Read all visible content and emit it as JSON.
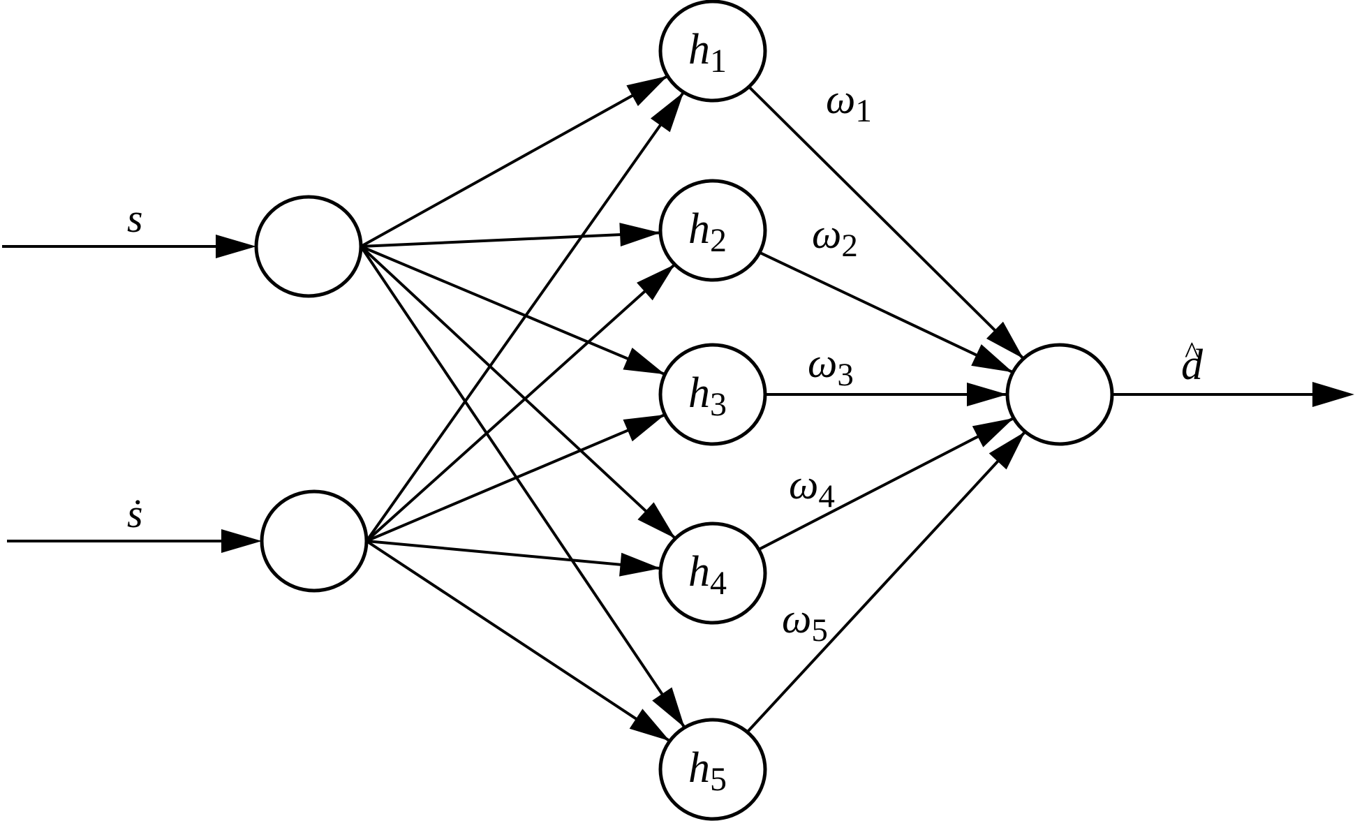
{
  "title": "RBF neural network structure",
  "colors": {
    "stroke": "#000000",
    "background": "#ffffff"
  },
  "inputs": [
    {
      "id": "in1",
      "label": "s"
    },
    {
      "id": "in2",
      "label": "ṡ"
    }
  ],
  "hidden": [
    {
      "id": "h1",
      "symbol": "h",
      "sub": "1"
    },
    {
      "id": "h2",
      "symbol": "h",
      "sub": "2"
    },
    {
      "id": "h3",
      "symbol": "h",
      "sub": "3"
    },
    {
      "id": "h4",
      "symbol": "h",
      "sub": "4"
    },
    {
      "id": "h5",
      "symbol": "h",
      "sub": "5"
    }
  ],
  "weights": [
    {
      "symbol": "ω",
      "sub": "1"
    },
    {
      "symbol": "ω",
      "sub": "2"
    },
    {
      "symbol": "ω",
      "sub": "3"
    },
    {
      "symbol": "ω",
      "sub": "4"
    },
    {
      "symbol": "ω",
      "sub": "5"
    }
  ],
  "output": {
    "id": "out",
    "label": "d",
    "accent": "^"
  },
  "connections": {
    "input_to_hidden": "fully-connected",
    "hidden_to_output": "fully-connected"
  }
}
